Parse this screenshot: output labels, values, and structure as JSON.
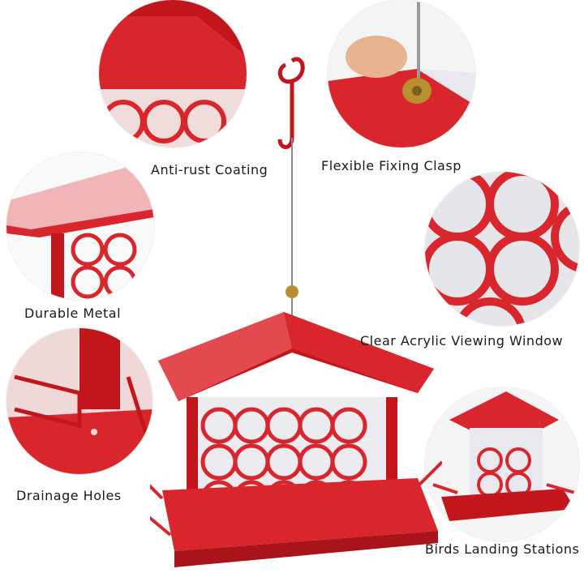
{
  "labels": {
    "anti_rust": "Anti-rust Coating",
    "fixing_clasp": "Flexible Fixing Clasp",
    "durable_metal": "Durable Metal",
    "acrylic_window": "Clear Acrylic Viewing Window",
    "drainage": "Drainage Holes",
    "landing": "Birds Landing Stations"
  },
  "colors": {
    "feeder_red": "#d9262c",
    "feeder_dark": "#a8141a",
    "feeder_light": "#ef6a6e",
    "brass": "#b8912f"
  }
}
